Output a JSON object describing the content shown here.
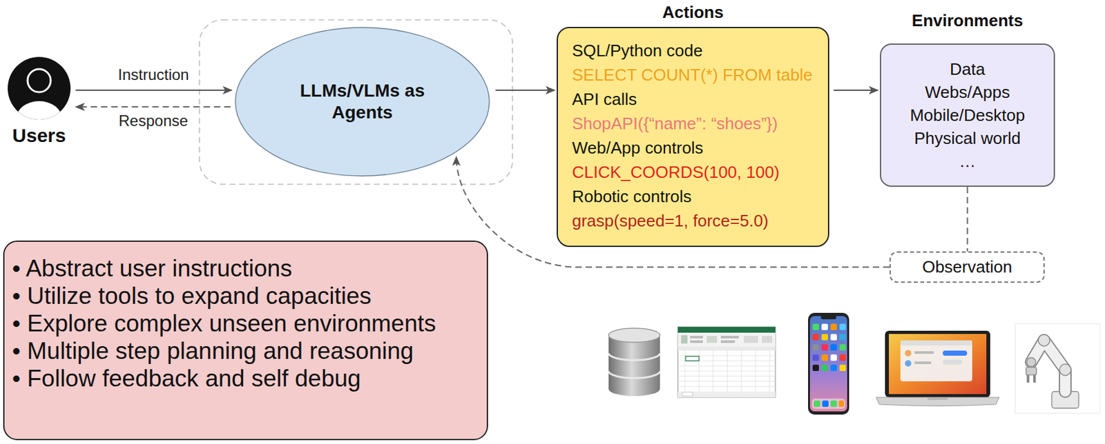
{
  "diagram": {
    "nodes": [
      {
        "text": [
          "Users"
        ]
      },
      {
        "text": [
          "LLMs/VLMs as Agents"
        ]
      },
      {
        "text": [
          "Actions",
          "SQL/Python code",
          "SELECT COUNT(*) FROM table",
          "API calls",
          "ShopAPI({“name”: “shoes”})",
          "Web/App controls",
          "CLICK_COORDS(100, 100)",
          "Robotic controls",
          "grasp(speed=1, force=5.0)"
        ]
      },
      {
        "text": [
          "Environments",
          "Data",
          "Webs/Apps",
          "Mobile/Desktop",
          "Physical world",
          "…"
        ]
      },
      {
        "text": [
          "Observation"
        ]
      },
      {
        "text": [
          "• Abstract user instructions",
          "• Utilize tools to expand capacities",
          "• Explore complex unseen environments",
          "• Multiple step planning and reasoning",
          "• Follow feedback and self debug"
        ]
      }
    ],
    "edges": [
      {
        "from": 0,
        "to": 1,
        "arrow": "to",
        "label": "Instruction"
      },
      {
        "from": 1,
        "to": 0,
        "arrow": "to",
        "label": "Response"
      },
      {
        "from": 1,
        "to": 2,
        "arrow": "to"
      },
      {
        "from": 2,
        "to": 3,
        "arrow": "to"
      },
      {
        "from": 3,
        "to": 4,
        "arrow": "none"
      },
      {
        "from": 4,
        "to": 1,
        "arrow": "to"
      }
    ]
  }
}
